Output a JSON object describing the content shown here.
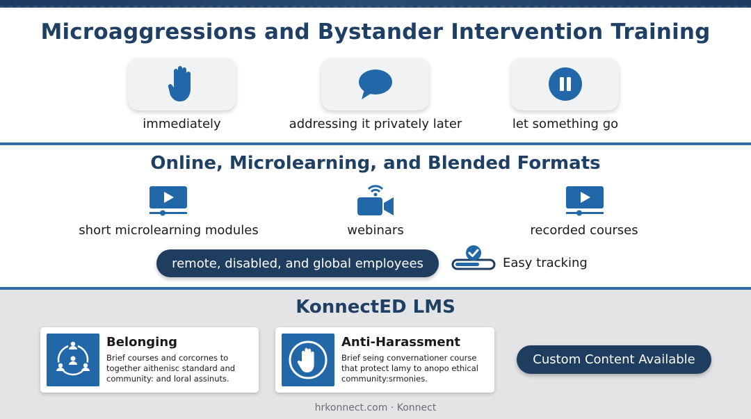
{
  "section1": {
    "title": "Microaggressions and Bystander Intervention Training",
    "options": [
      {
        "label": "immediately",
        "icon": "raised-hand-icon"
      },
      {
        "label": "addressing it privately later",
        "icon": "speech-bubble-icon"
      },
      {
        "label": "let something go",
        "icon": "pause-icon"
      }
    ]
  },
  "section2": {
    "title": "Online, Microlearning, and Blended Formats",
    "formats": [
      {
        "label": "short microlearning modules",
        "icon": "video-player-icon"
      },
      {
        "label": "webinars",
        "icon": "video-camera-icon"
      },
      {
        "label": "recorded courses",
        "icon": "video-player-icon"
      }
    ],
    "audience_pill": "remote, disabled, and global employees",
    "tracking_label": "Easy tracking"
  },
  "section3": {
    "title": "KonnectED LMS",
    "cards": [
      {
        "title": "Belonging",
        "description": "Brief courses and corcornes to together aithenisc standard and community: and loral assinuts.",
        "icon": "community-circle-icon"
      },
      {
        "title": "Anti-Harassment",
        "description": "Brief seing convernationer course that protect lamy to anopo ethical community:srmonies.",
        "icon": "stop-hand-icon"
      }
    ],
    "cta_label": "Custom Content Available"
  },
  "footer": "hrkonnect.com · Konnect",
  "colors": {
    "navy": "#1e3d5f",
    "title_blue": "#1f4064",
    "accent_blue": "#2268a8",
    "divider_blue": "#2f6aa0",
    "panel_gray": "#e3e4e6"
  }
}
